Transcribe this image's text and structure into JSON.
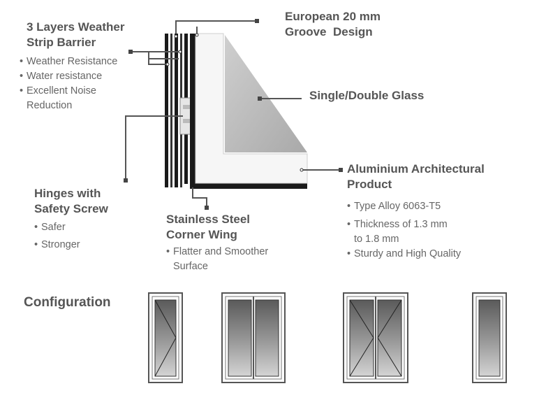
{
  "callouts": {
    "weather_strip": {
      "title": [
        "3 Layers Weather",
        "Strip Barrier"
      ],
      "bullets": [
        "Weather Resistance",
        "Water resistance",
        "Excellent Noise"
      ],
      "continuation": "Reduction"
    },
    "groove": {
      "title": [
        "European 20 mm",
        "Groove  Design"
      ]
    },
    "glass": {
      "title": "Single/Double Glass"
    },
    "hinges": {
      "title": [
        "Hinges with",
        "Safety Screw"
      ],
      "bullets": [
        "Safer",
        "Stronger"
      ]
    },
    "corner": {
      "title": [
        "Stainless Steel",
        "Corner Wing"
      ],
      "bullets": [
        "Flatter and Smoother"
      ],
      "continuation": "Surface"
    },
    "aluminium": {
      "title": [
        "Aluminium Architectural",
        "Product"
      ],
      "bullets": [
        "Type Alloy 6063-T5",
        "Thickness of 1.3 mm",
        "Sturdy and High Quality"
      ],
      "continuation": "to 1.8 mm"
    }
  },
  "configuration": {
    "label": "Configuration",
    "items": [
      {
        "panels": 1,
        "opening": [
          "swing"
        ]
      },
      {
        "panels": 2,
        "opening": [
          "fixed",
          "fixed"
        ]
      },
      {
        "panels": 2,
        "opening": [
          "swing",
          "swing"
        ]
      },
      {
        "panels": 1,
        "opening": [
          "fixed"
        ]
      }
    ]
  },
  "bullet_glyph": "•",
  "colors": {
    "text": "#555555",
    "frame": "#1a1a1a",
    "glass": "#bdbdbd",
    "leader": "#555555"
  }
}
